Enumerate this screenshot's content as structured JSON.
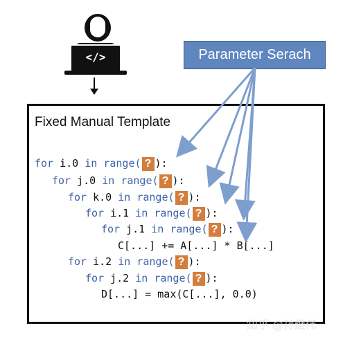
{
  "diagram": {
    "code_icon": "</>",
    "parameter_search": {
      "label": "Parameter Serach"
    },
    "template": {
      "title": "Fixed Manual Template",
      "placeholder": "?",
      "lines": [
        {
          "keyword": "for",
          "target": "i.0",
          "in_keyword": "in",
          "call": "range(",
          "end": "):"
        },
        {
          "keyword": "for",
          "target": "j.0",
          "in_keyword": "in",
          "call": "range(",
          "end": "):"
        },
        {
          "keyword": "for",
          "target": "k.0",
          "in_keyword": "in",
          "call": "range(",
          "end": "):"
        },
        {
          "keyword": "for",
          "target": "i.1",
          "in_keyword": "in",
          "call": "range(",
          "end": "):"
        },
        {
          "keyword": "for",
          "target": "j.1",
          "in_keyword": "in",
          "call": "range(",
          "end": "):"
        },
        {
          "statement": "C[...] += A[...] * B[...]"
        },
        {
          "keyword": "for",
          "target": "i.2",
          "in_keyword": "in",
          "call": "range(",
          "end": "):"
        },
        {
          "keyword": "for",
          "target": "j.2",
          "in_keyword": "in",
          "call": "range(",
          "end": "):"
        },
        {
          "statement": "D[...] = max(C[...], 0.0)"
        }
      ]
    },
    "watermark": "知乎 @孙继伟",
    "colors": {
      "keyword": "#3e63a6",
      "placeholder_fill": "#d47e3d",
      "parameter_box_fill": "#5f86bf",
      "arrow": "#7e9fcd"
    }
  }
}
